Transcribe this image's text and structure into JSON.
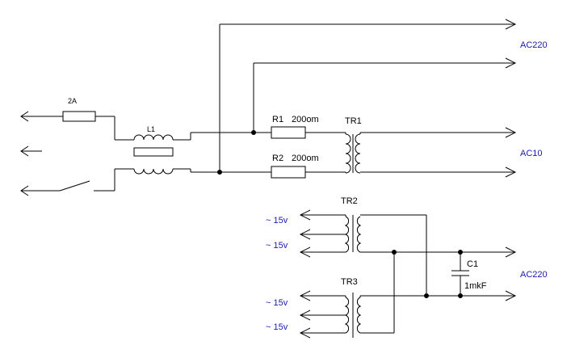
{
  "labels": {
    "fuse": "2A",
    "choke": "L1",
    "r1": "R1",
    "r1_value": "200om",
    "r2": "R2",
    "r2_value": "200om",
    "tr1": "TR1",
    "tr2": "TR2",
    "tr3": "TR3",
    "c1": "C1",
    "c1_value": "1mkF"
  },
  "outputs": {
    "ac220_top": "AC220",
    "ac10": "AC10",
    "ac220_bottom": "AC220"
  },
  "secondary": {
    "tr2_a": "~ 15v",
    "tr2_b": "~ 15v",
    "tr3_a": "~ 15v",
    "tr3_b": "~ 15v"
  },
  "colors": {
    "wire": "#000000",
    "output_label": "#1a1ab0"
  }
}
